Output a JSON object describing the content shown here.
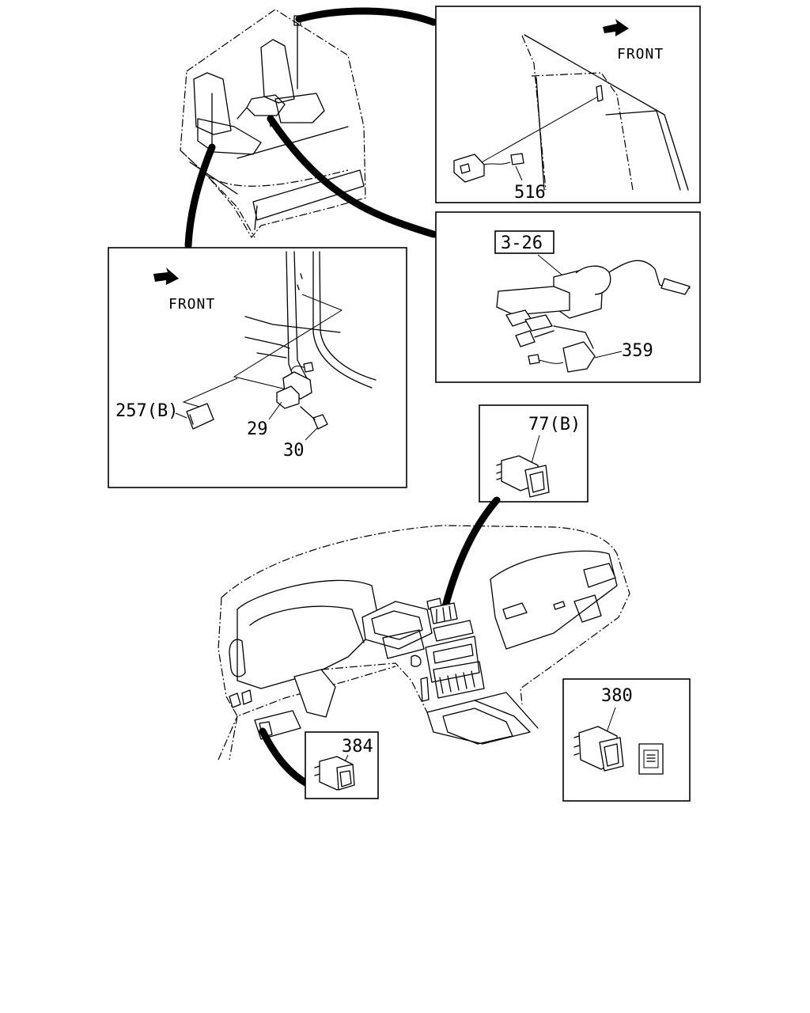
{
  "labels": {
    "p516": "516",
    "p3_26": "3-26",
    "p359": "359",
    "p257b": "257(B)",
    "p29": "29",
    "p30": "30",
    "p77b": "77(B)",
    "p380": "380",
    "p384": "384"
  },
  "front_indicators": {
    "top_right": "FRONT",
    "left_panel": "FRONT"
  }
}
